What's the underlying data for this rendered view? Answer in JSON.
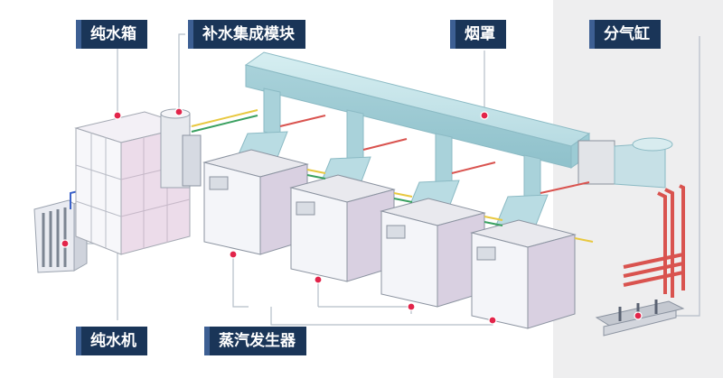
{
  "labels": {
    "pure_water_tank": "纯水箱",
    "makeup_water_module": "补水集成模块",
    "smoke_hood": "烟罩",
    "steam_header": "分气缸",
    "pure_water_machine": "纯水机",
    "steam_generator": "蒸汽发生器"
  },
  "colors": {
    "label_bg": "#1a3558",
    "label_accent": "#3d5f93",
    "marker": "#e2244a",
    "leader_line": "#b5bdc8",
    "duct": "#bfe0e6",
    "cabinet_front": "#f2f3f8",
    "cabinet_side": "#d8cfe0",
    "red_pipe": "#d9534f",
    "right_panel_bg": "#eeeeef"
  }
}
